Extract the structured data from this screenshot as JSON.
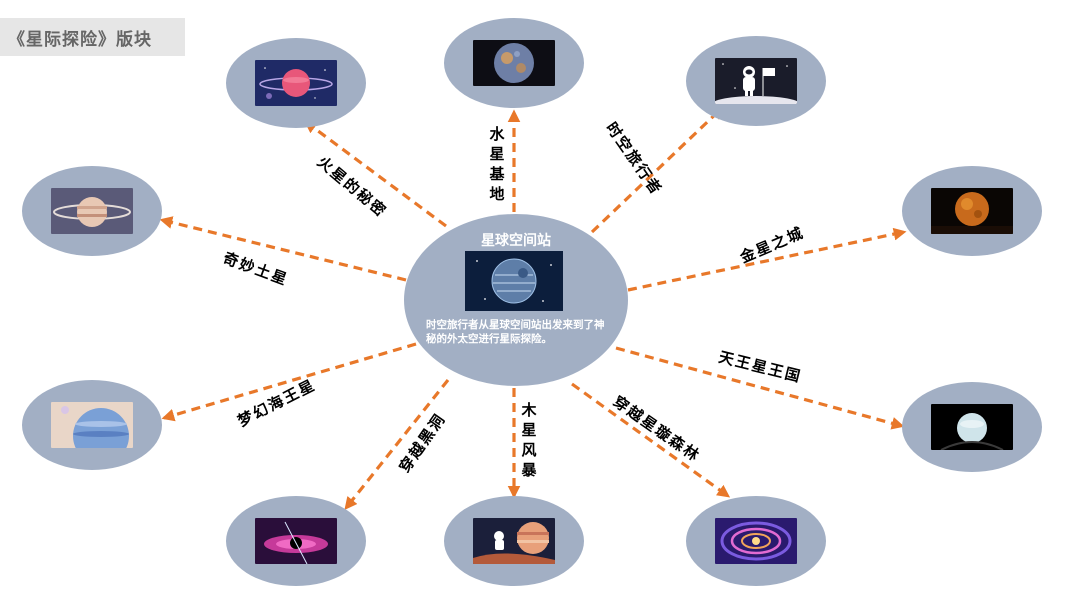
{
  "title": "《星际探险》版块",
  "center": {
    "title": "星球空间站",
    "description": "时空旅行者从星球空间站出发来到了神秘的外太空进行星际探险。",
    "image": "space-station-image"
  },
  "colors": {
    "node_fill": "#a2afc4",
    "arrow": "#e8782a",
    "title_bg": "#e6e6e6",
    "title_text": "#666666"
  },
  "branches": [
    {
      "label": "水星基地",
      "image": "mercury-image"
    },
    {
      "label": "时空旅行者",
      "image": "astronaut-flag-image"
    },
    {
      "label": "金星之城",
      "image": "venus-image"
    },
    {
      "label": "天王星王国",
      "image": "uranus-image"
    },
    {
      "label": "穿越星璇森林",
      "image": "galaxy-vortex-image"
    },
    {
      "label": "木星风暴",
      "image": "jupiter-astronaut-image"
    },
    {
      "label": "穿越黑洞",
      "image": "black-hole-image"
    },
    {
      "label": "梦幻海王星",
      "image": "neptune-image"
    },
    {
      "label": "奇妙土星",
      "image": "saturn-image"
    },
    {
      "label": "火星的秘密",
      "image": "mars-ringed-image"
    }
  ]
}
